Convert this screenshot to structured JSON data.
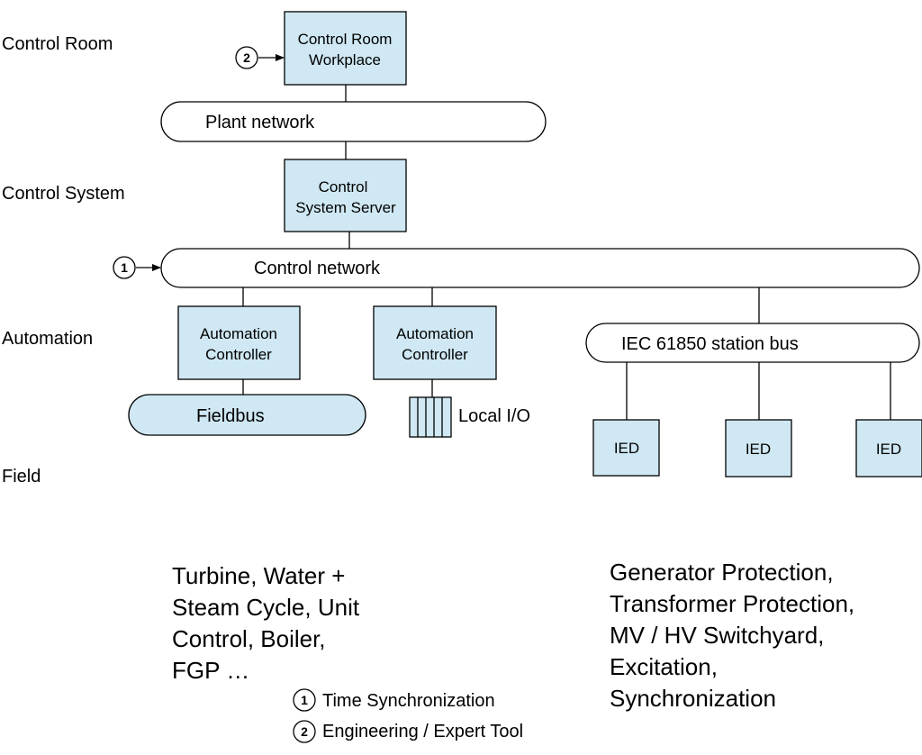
{
  "levels": {
    "control_room": "Control Room",
    "control_system": "Control System",
    "automation": "Automation",
    "field": "Field"
  },
  "boxes": {
    "workplace": [
      "Control Room",
      "Workplace"
    ],
    "server": [
      "Control",
      "System Server"
    ],
    "ac1": [
      "Automation",
      "Controller"
    ],
    "ac2": [
      "Automation",
      "Controller"
    ]
  },
  "networks": {
    "plant": "Plant network",
    "control": "Control network",
    "iec": "IEC 61850 station bus",
    "fieldbus": "Fieldbus"
  },
  "local_io": "Local I/O",
  "ied": [
    "IED",
    "IED",
    "IED"
  ],
  "markers": {
    "one": "1",
    "two": "2"
  },
  "text_left": [
    "Turbine, Water +",
    "Steam Cycle, Unit",
    "Control, Boiler,",
    "FGP …"
  ],
  "text_right": [
    "Generator Protection,",
    "Transformer Protection,",
    "MV / HV Switchyard,",
    "Excitation,",
    "Synchronization"
  ],
  "legend": {
    "item1": {
      "num": "1",
      "label": "Time Synchronization"
    },
    "item2": {
      "num": "2",
      "label": "Engineering / Expert Tool"
    }
  },
  "colors": {
    "box_fill": "#cfe8f3",
    "stroke": "#000000"
  }
}
